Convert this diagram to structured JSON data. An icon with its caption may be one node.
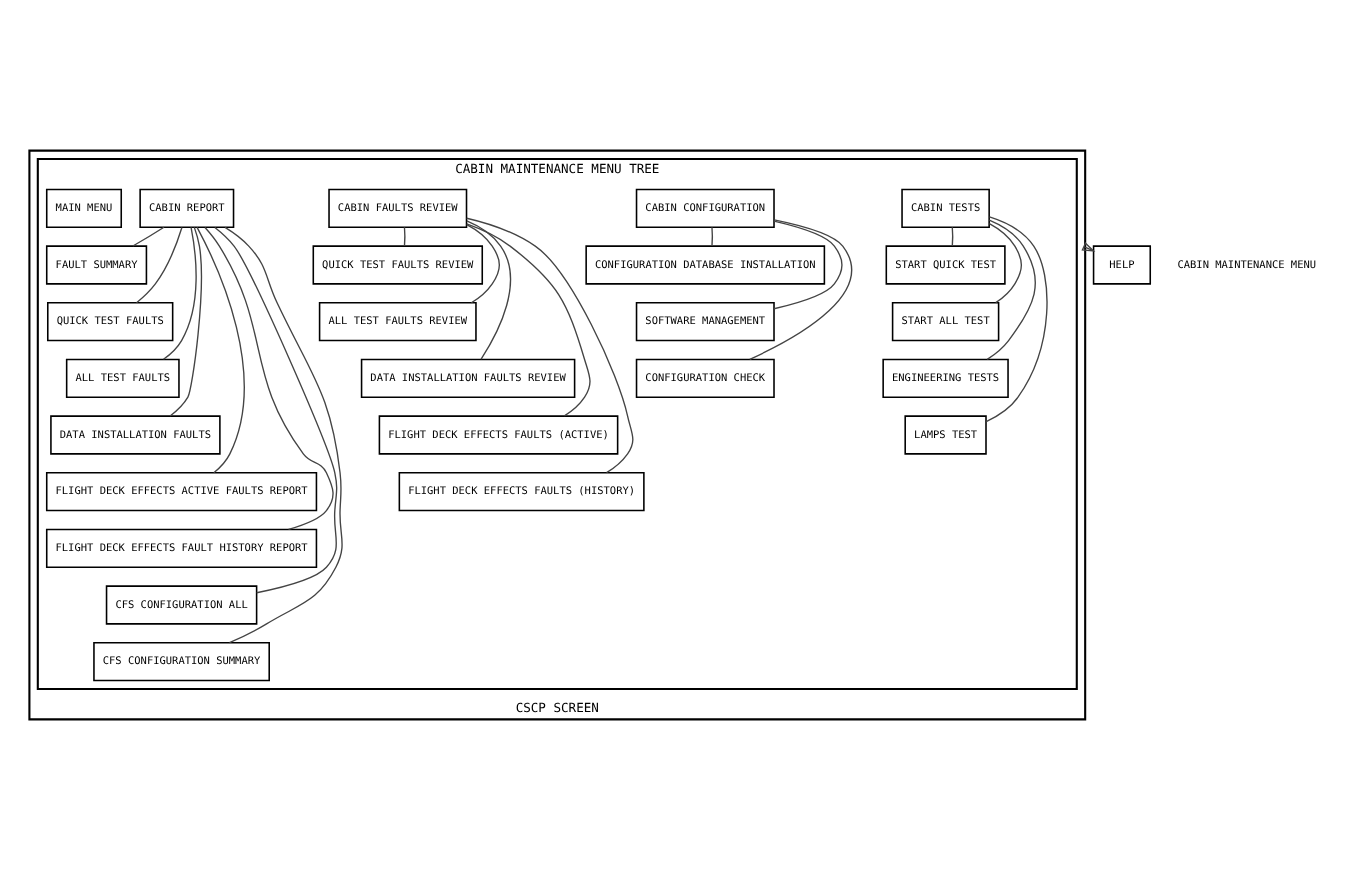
{
  "diagram": {
    "nodes": [
      {
        "text": [
          "CSCP SCREEN"
        ]
      },
      {
        "text": [
          "CABIN MAINTENANCE MENU TREE"
        ],
        "in": 0
      },
      {
        "text": [
          "HELP"
        ],
        "beside": [
          "CABIN MAINTENANCE MENU"
        ]
      },
      {
        "text": [
          "CABIN TESTS"
        ],
        "in": 1
      },
      {
        "text": [
          "START QUICK TEST"
        ],
        "in": 1
      },
      {
        "text": [
          "START ALL TEST"
        ],
        "in": 1
      },
      {
        "text": [
          "ENGINEERING TESTS"
        ],
        "in": 1
      },
      {
        "text": [
          "LAMPS TEST"
        ],
        "in": 1
      },
      {
        "text": [
          "CABIN CONFIGURATION"
        ],
        "in": 1
      },
      {
        "text": [
          "CONFIGURATION DATABASE INSTALLATION"
        ],
        "in": 1
      },
      {
        "text": [
          "SOFTWARE MANAGEMENT"
        ],
        "in": 1
      },
      {
        "text": [
          "CONFIGURATION CHECK"
        ],
        "in": 1
      },
      {
        "text": [
          "CABIN FAULTS REVIEW"
        ],
        "in": 1
      },
      {
        "text": [
          "QUICK TEST FAULTS REVIEW"
        ],
        "in": 1
      },
      {
        "text": [
          "ALL TEST FAULTS REVIEW"
        ],
        "in": 1
      },
      {
        "text": [
          "DATA INSTALLATION FAULTS REVIEW"
        ],
        "in": 1
      },
      {
        "text": [
          "FLIGHT DECK EFFECTS FAULTS (ACTIVE)"
        ],
        "in": 1
      },
      {
        "text": [
          "FLIGHT DECK EFFECTS FAULTS (HISTORY)"
        ],
        "in": 1
      },
      {
        "text": [
          "CABIN REPORT"
        ],
        "in": 1
      },
      {
        "text": [
          "FAULT SUMMARY"
        ],
        "in": 1
      },
      {
        "text": [
          "QUICK TEST FAULTS"
        ],
        "in": 1
      },
      {
        "text": [
          "ALL TEST FAULTS"
        ],
        "in": 1
      },
      {
        "text": [
          "DATA INSTALLATION FAULTS"
        ],
        "in": 1
      },
      {
        "text": [
          "FLIGHT DECK EFFECTS ACTIVE FAULTS REPORT"
        ],
        "in": 1
      },
      {
        "text": [
          "FLIGHT DECK EFFECTS FAULT HISTORY REPORT"
        ],
        "in": 1
      },
      {
        "text": [
          "CFS CONFIGURATION ALL"
        ],
        "in": 1
      },
      {
        "text": [
          "CFS CONFIGURATION SUMMARY"
        ],
        "in": 1
      },
      {
        "text": [
          "MAIN MENU"
        ],
        "in": 1
      }
    ],
    "edges": [
      {
        "from": 0,
        "to": 2,
        "arrow": "to"
      },
      {
        "from": 3,
        "to": 4,
        "arrow": "none"
      },
      {
        "from": 3,
        "to": 5,
        "arrow": "none"
      },
      {
        "from": 3,
        "to": 6,
        "arrow": "none"
      },
      {
        "from": 3,
        "to": 7,
        "arrow": "none"
      },
      {
        "from": 8,
        "to": 9,
        "arrow": "none"
      },
      {
        "from": 8,
        "to": 10,
        "arrow": "none"
      },
      {
        "from": 8,
        "to": 11,
        "arrow": "none"
      },
      {
        "from": 12,
        "to": 13,
        "arrow": "none"
      },
      {
        "from": 12,
        "to": 14,
        "arrow": "none"
      },
      {
        "from": 12,
        "to": 15,
        "arrow": "none"
      },
      {
        "from": 12,
        "to": 16,
        "arrow": "none"
      },
      {
        "from": 12,
        "to": 17,
        "arrow": "none"
      },
      {
        "from": 18,
        "to": 19,
        "arrow": "none"
      },
      {
        "from": 18,
        "to": 20,
        "arrow": "none"
      },
      {
        "from": 18,
        "to": 21,
        "arrow": "none"
      },
      {
        "from": 18,
        "to": 22,
        "arrow": "none"
      },
      {
        "from": 18,
        "to": 23,
        "arrow": "none"
      },
      {
        "from": 18,
        "to": 24,
        "arrow": "none"
      },
      {
        "from": 18,
        "to": 25,
        "arrow": "none"
      },
      {
        "from": 18,
        "to": 26,
        "arrow": "none"
      }
    ]
  }
}
